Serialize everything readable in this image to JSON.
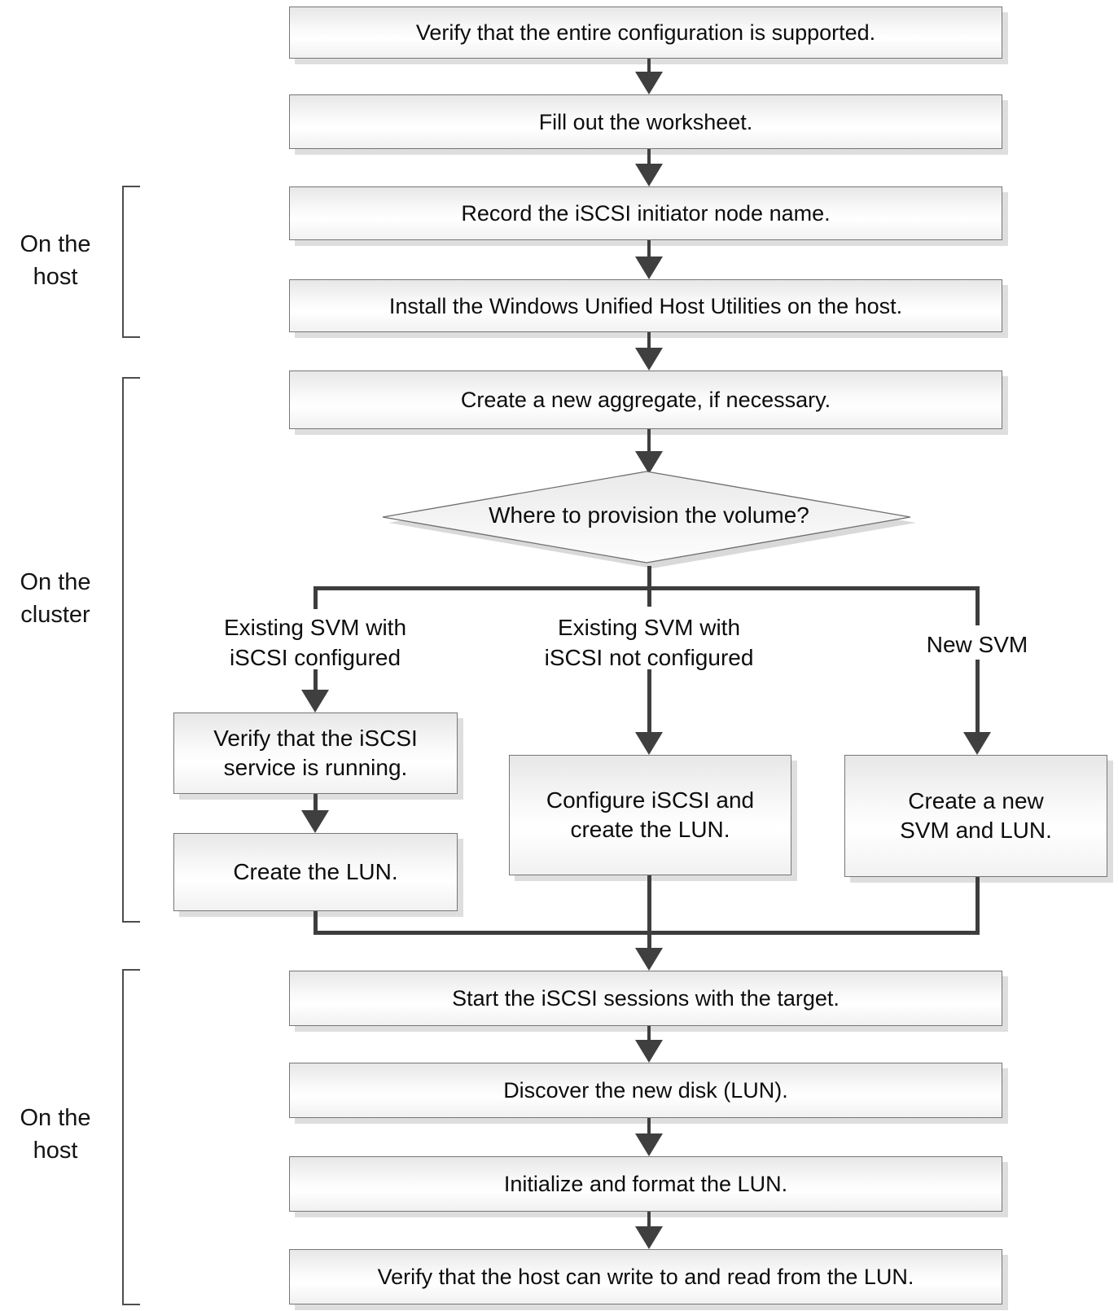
{
  "flowchart": {
    "side_labels": [
      {
        "line1": "On the",
        "line2": "host"
      },
      {
        "line1": "On the",
        "line2": "cluster"
      },
      {
        "line1": "On the",
        "line2": "host"
      }
    ],
    "steps_top": [
      "Verify that the entire configuration is supported.",
      "Fill out the worksheet.",
      "Record the iSCSI initiator node name.",
      "Install the Windows Unified Host Utilities on the host.",
      "Create a new aggregate, if necessary."
    ],
    "decision": "Where to provision the volume?",
    "branch_left": {
      "label_line1": "Existing SVM with",
      "label_line2": "iSCSI configured",
      "box1_line1": "Verify that the iSCSI",
      "box1_line2": "service is running.",
      "box2": "Create the LUN."
    },
    "branch_middle": {
      "label_line1": "Existing SVM with",
      "label_line2": "iSCSI not configured",
      "box_line1": "Configure iSCSI and",
      "box_line2": "create the LUN."
    },
    "branch_right": {
      "label": "New SVM",
      "box_line1": "Create a new",
      "box_line2": "SVM and LUN."
    },
    "steps_bottom": [
      "Start the iSCSI sessions with the target.",
      "Discover the new disk (LUN).",
      "Initialize and format the LUN.",
      "Verify that the host can write to and read from the LUN."
    ]
  },
  "colors": {
    "line": "#3f3f3f",
    "box_border": "#767676",
    "box_fill_top": "#e7e7e7",
    "box_fill_bottom": "#f1f1f1",
    "shadow": "#b0b0b0",
    "text": "#0d0d0d",
    "background": "#ffffff"
  }
}
